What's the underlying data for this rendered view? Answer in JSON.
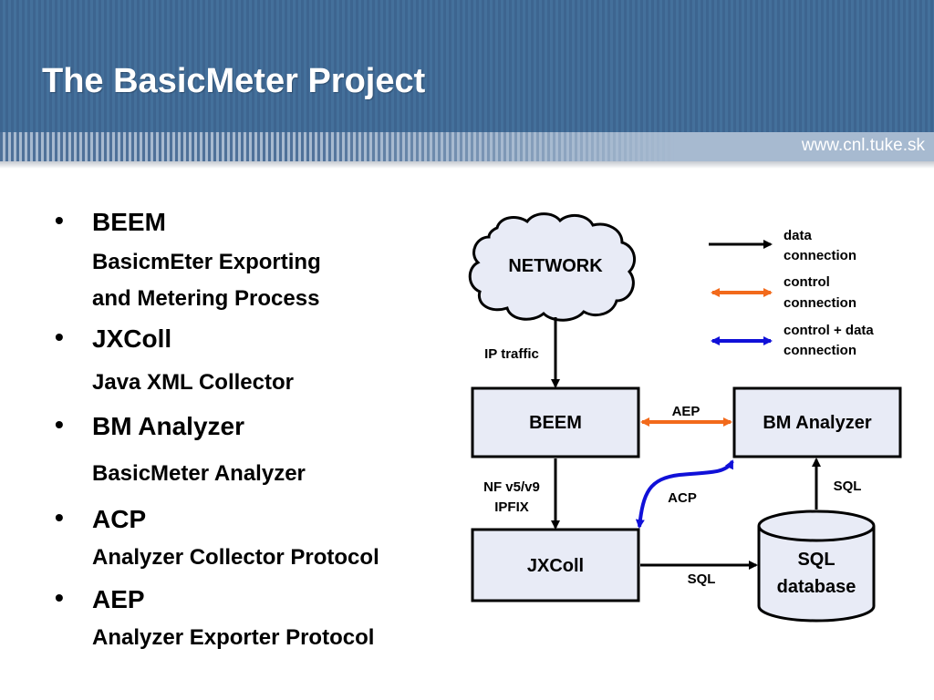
{
  "slide": {
    "title": "The BasicMeter Project",
    "website": "www.cnl.tuke.sk"
  },
  "bullets": [
    {
      "term": "BEEM",
      "description_lines": [
        "BasicmEter Exporting",
        "and Metering Process"
      ]
    },
    {
      "term": "JXColl",
      "description_lines": [
        "Java XML Collector"
      ]
    },
    {
      "term": "BM Analyzer",
      "description_lines": [
        "BasicMeter Analyzer"
      ]
    },
    {
      "term": "ACP",
      "description_lines": [
        "Analyzer Collector Protocol"
      ]
    },
    {
      "term": "AEP",
      "description_lines": [
        "Analyzer Exporter Protocol"
      ]
    }
  ],
  "diagram": {
    "nodes": {
      "network": "NETWORK",
      "beem": "BEEM",
      "analyzer": "BM Analyzer",
      "jxcoll": "JXColl",
      "database_line1": "SQL",
      "database_line2": "database"
    },
    "edge_labels": {
      "ip_traffic": "IP traffic",
      "aep": "AEP",
      "nf_line1": "NF v5/v9",
      "nf_line2": "IPFIX",
      "acp": "ACP",
      "sql_jxcoll_db": "SQL",
      "sql_db_analyzer": "SQL"
    },
    "legend": [
      {
        "line1": "data",
        "line2": "connection",
        "color": "#000000"
      },
      {
        "line1": "control",
        "line2": "connection",
        "color": "#f26a1b"
      },
      {
        "line1": "control + data",
        "line2": "connection",
        "color": "#1010d8"
      }
    ],
    "colors": {
      "box_fill": "#e8ebf6",
      "data": "#000000",
      "control": "#f26a1b",
      "control_data": "#1010d8"
    }
  }
}
